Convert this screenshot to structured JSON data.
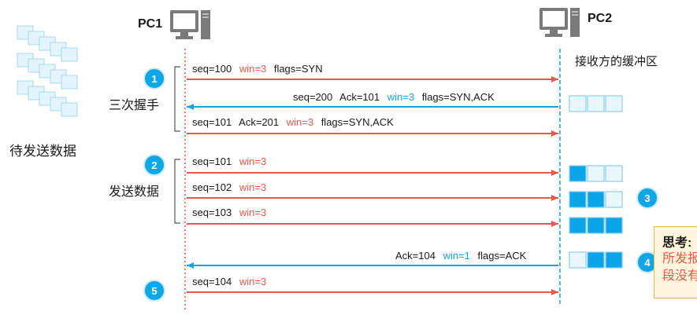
{
  "left_caption": "待发送数据",
  "pc1": {
    "label": "PC1"
  },
  "pc2": {
    "label": "PC2"
  },
  "receiver_caption": "接收方的缓冲区",
  "phases": [
    {
      "step": "1",
      "label": "三次握手"
    },
    {
      "step": "2",
      "label": "发送数据"
    }
  ],
  "markers": [
    "3",
    "4",
    "5"
  ],
  "messages": [
    {
      "seq": "seq=100",
      "win": "win=3",
      "rest": "flags=SYN",
      "dir": "right"
    },
    {
      "seq": "seq=200",
      "ack": "Ack=101",
      "win": "win=3",
      "rest": "flags=SYN,ACK",
      "dir": "left"
    },
    {
      "seq": "seq=101",
      "ack": "Ack=201",
      "win": "win=3",
      "rest": "flags=SYN,ACK",
      "dir": "right"
    },
    {
      "seq": "seq=101",
      "win": "win=3",
      "dir": "right"
    },
    {
      "seq": "seq=102",
      "win": "win=3",
      "dir": "right"
    },
    {
      "seq": "seq=103",
      "win": "win=3",
      "dir": "right"
    },
    {
      "ack": "Ack=104",
      "win": "win=1",
      "rest": "flags=ACK",
      "dir": "left"
    },
    {
      "seq": "seq=104",
      "win": "win=3",
      "dir": "right"
    }
  ],
  "buffers": [
    {
      "filled": [
        false,
        false,
        false
      ]
    },
    {
      "filled": [
        true,
        false,
        false
      ]
    },
    {
      "filled": [
        true,
        true,
        false
      ]
    },
    {
      "filled": [
        true,
        true,
        true
      ]
    },
    {
      "filled": [
        false,
        true,
        true
      ]
    }
  ],
  "think": {
    "title": "思考:",
    "line1": "所发报",
    "line2": "段没有"
  },
  "colors": {
    "send_arrow": "#e8584c",
    "ack_arrow": "#1da1e6",
    "buffer_fill": "#0aa5e8",
    "buffer_empty": "#eaf7fd",
    "step_circle": "#0fa6e6"
  }
}
